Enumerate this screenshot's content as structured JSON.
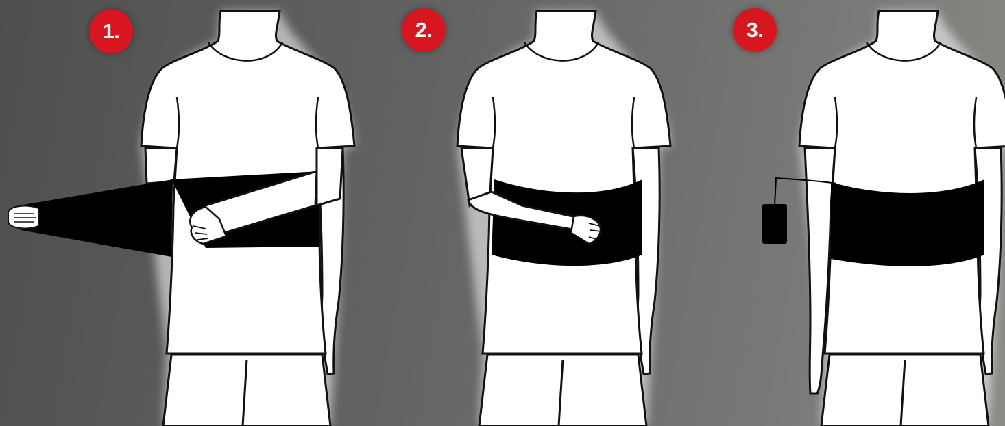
{
  "steps": [
    {
      "label": "1."
    },
    {
      "label": "2."
    },
    {
      "label": "3."
    }
  ],
  "colors": {
    "badge": "#d8161f",
    "belt": "#000000",
    "figure": "#ffffff",
    "outline": "#111111"
  },
  "icons": {
    "step_figure": "mannequin-figure",
    "belt": "back-support-belt",
    "controller": "heating-controller-pack"
  }
}
